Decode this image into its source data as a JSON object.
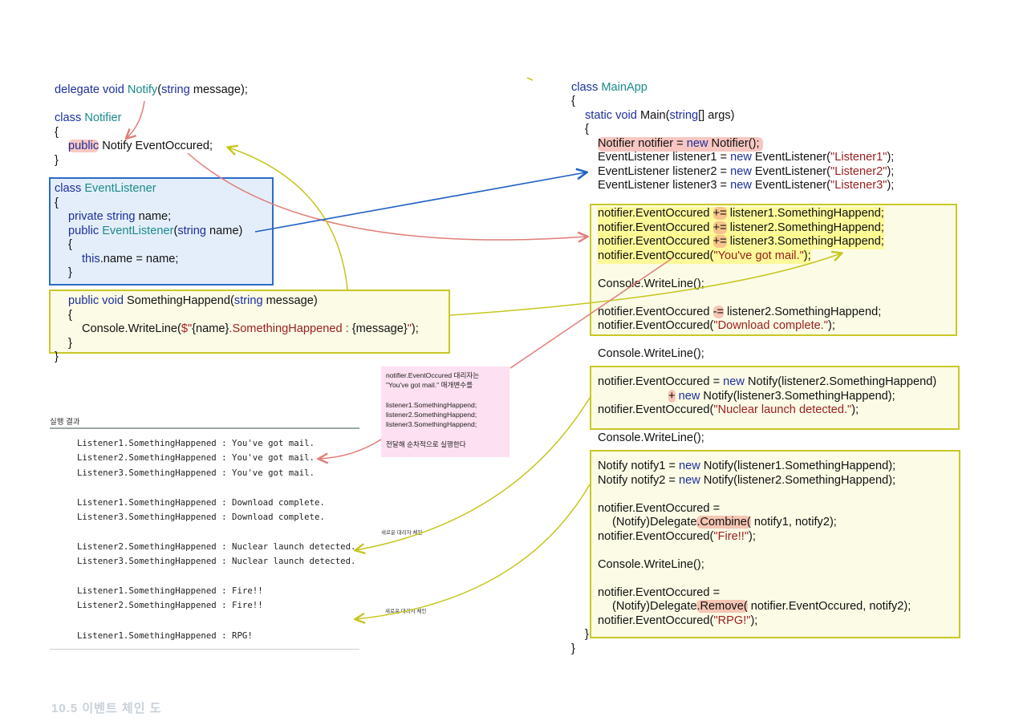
{
  "left_code": {
    "delegate_line": [
      "delegate void ",
      "Notify",
      "(",
      "string",
      " message);"
    ],
    "notifier_class": [
      "class ",
      "Notifier"
    ],
    "brace_open": "{",
    "brace_close": "}",
    "notifier_field": [
      "public",
      " Notify EventOccured;"
    ],
    "listener_class": [
      "class ",
      "EventListener"
    ],
    "private_field": [
      "private string",
      " name;"
    ],
    "ctor": [
      "public ",
      "EventListener",
      "(",
      "string",
      " name)"
    ],
    "this_assign": [
      "this",
      ".name = name;"
    ],
    "method_sig": [
      "public void",
      " SomethingHappend(",
      "string",
      " message)"
    ],
    "writeline": [
      "Console.WriteLine(",
      "$\"",
      "{name}",
      ".SomethingHappened : ",
      "{message}",
      "\"",
      ");"
    ]
  },
  "right_code": {
    "main_class": [
      "class ",
      "MainApp"
    ],
    "main_sig": [
      "static void",
      " Main(",
      "string",
      "[] args)"
    ],
    "new_notifier": [
      "Notifier notifier = ",
      "new",
      " Notifier();"
    ],
    "listeners": [
      {
        "pre": "EventListener listener1 = ",
        "kw": "new",
        "mid": " EventListener(",
        "str": "\"Listener1\"",
        "post": ");"
      },
      {
        "pre": "EventListener listener2 = ",
        "kw": "new",
        "mid": " EventListener(",
        "str": "\"Listener2\"",
        "post": ");"
      },
      {
        "pre": "EventListener listener3 = ",
        "kw": "new",
        "mid": " EventListener(",
        "str": "\"Listener3\"",
        "post": ");"
      }
    ],
    "subscribe": [
      {
        "pre": "notifier.EventOccured ",
        "op": "+=",
        "post": " listener1.SomethingHappend;"
      },
      {
        "pre": "notifier.EventOccured ",
        "op": "+=",
        "post": " listener2.SomethingHappend;"
      },
      {
        "pre": "notifier.EventOccured ",
        "op": "+=",
        "post": " listener3.SomethingHappend;"
      }
    ],
    "invoke_mail": [
      "notifier.EventOccured(",
      "\"You've got mail.\"",
      ");"
    ],
    "console_writeline": "Console.WriteLine();",
    "unsubscribe": [
      "notifier.EventOccured ",
      "-=",
      " listener2.SomethingHappend;"
    ],
    "invoke_download": [
      "notifier.EventOccured(",
      "\"Download complete.\"",
      ");"
    ],
    "assign_new": [
      "notifier.EventOccured = ",
      "new",
      " Notify(listener2.SomethingHappend)"
    ],
    "plus_new": [
      "+",
      " new",
      " Notify(listener3.SomethingHappend);"
    ],
    "invoke_nuclear": [
      "notifier.EventOccured(",
      "\"Nuclear launch detected.\"",
      ");"
    ],
    "notify1": [
      "Notify notify1 = ",
      "new",
      " Notify(listener1.SomethingHappend);"
    ],
    "notify2": [
      "Notify notify2 = ",
      "new",
      " Notify(listener2.SomethingHappend);"
    ],
    "assign_eq": "notifier.EventOccured =",
    "combine": [
      "(Notify)Delegate",
      ".Combine(",
      " notify1, notify2);"
    ],
    "invoke_fire": [
      "notifier.EventOccured(",
      "\"Fire!!\"",
      ");"
    ],
    "remove": [
      "(Notify)Delegate",
      ".Remove(",
      " notifier.EventOccured, notify2);"
    ],
    "invoke_rpg": [
      "notifier.EventOccured(",
      "\"RPG!\"",
      ");"
    ]
  },
  "note": "notifier.EventOccured 대리자는\n\"You've got mail.\" 매개변수를\n\nlistener1.SomethingHappend;\nlistener2.SomethingHappend;\nlistener3.SomethingHappend;\n\n전달해 순차적으로 실행한다",
  "result": {
    "title": "실행 결과",
    "lines": [
      "Listener1.SomethingHappened : You've got mail.",
      "Listener2.SomethingHappened : You've got mail.",
      "Listener3.SomethingHappened : You've got mail.",
      "Listener1.SomethingHappened : Download complete.",
      "Listener3.SomethingHappened : Download complete.",
      "Listener2.SomethingHappened : Nuclear launch detected.",
      "Listener3.SomethingHappened : Nuclear launch detected.",
      "Listener1.SomethingHappened : Fire!!",
      "Listener2.SomethingHappened : Fire!!",
      "Listener1.SomethingHappened : RPG!"
    ]
  },
  "annotations": {
    "new_chain_1": "새로운 대리자 체인",
    "new_chain_2": "새로운 대리자 체인"
  },
  "footer_faded": "10.5 이벤트 체인 도",
  "colors": {
    "keyword": "#1c2f9c",
    "type": "#1b8a8a",
    "string": "#9b2020",
    "red_arrow": "#e07e78",
    "yellow_arrow": "#c6c61c",
    "blue_arrow": "#1f5fc4"
  }
}
